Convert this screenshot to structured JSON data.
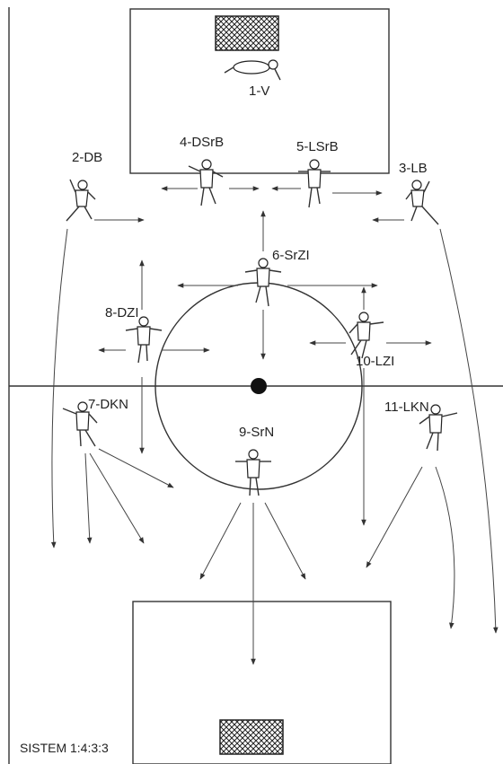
{
  "system_label": "SISTEM 1:4:3:3",
  "players": [
    {
      "id": "1",
      "label": "1-V"
    },
    {
      "id": "2",
      "label": "2-DB"
    },
    {
      "id": "3",
      "label": "3-LB"
    },
    {
      "id": "4",
      "label": "4-DSrB"
    },
    {
      "id": "5",
      "label": "5-LSrB"
    },
    {
      "id": "6",
      "label": "6-SrZI"
    },
    {
      "id": "7",
      "label": "7-DKN"
    },
    {
      "id": "8",
      "label": "8-DZI"
    },
    {
      "id": "9",
      "label": "9-SrN"
    },
    {
      "id": "10",
      "label": "10-LZI"
    },
    {
      "id": "11",
      "label": "11-LKN"
    }
  ]
}
